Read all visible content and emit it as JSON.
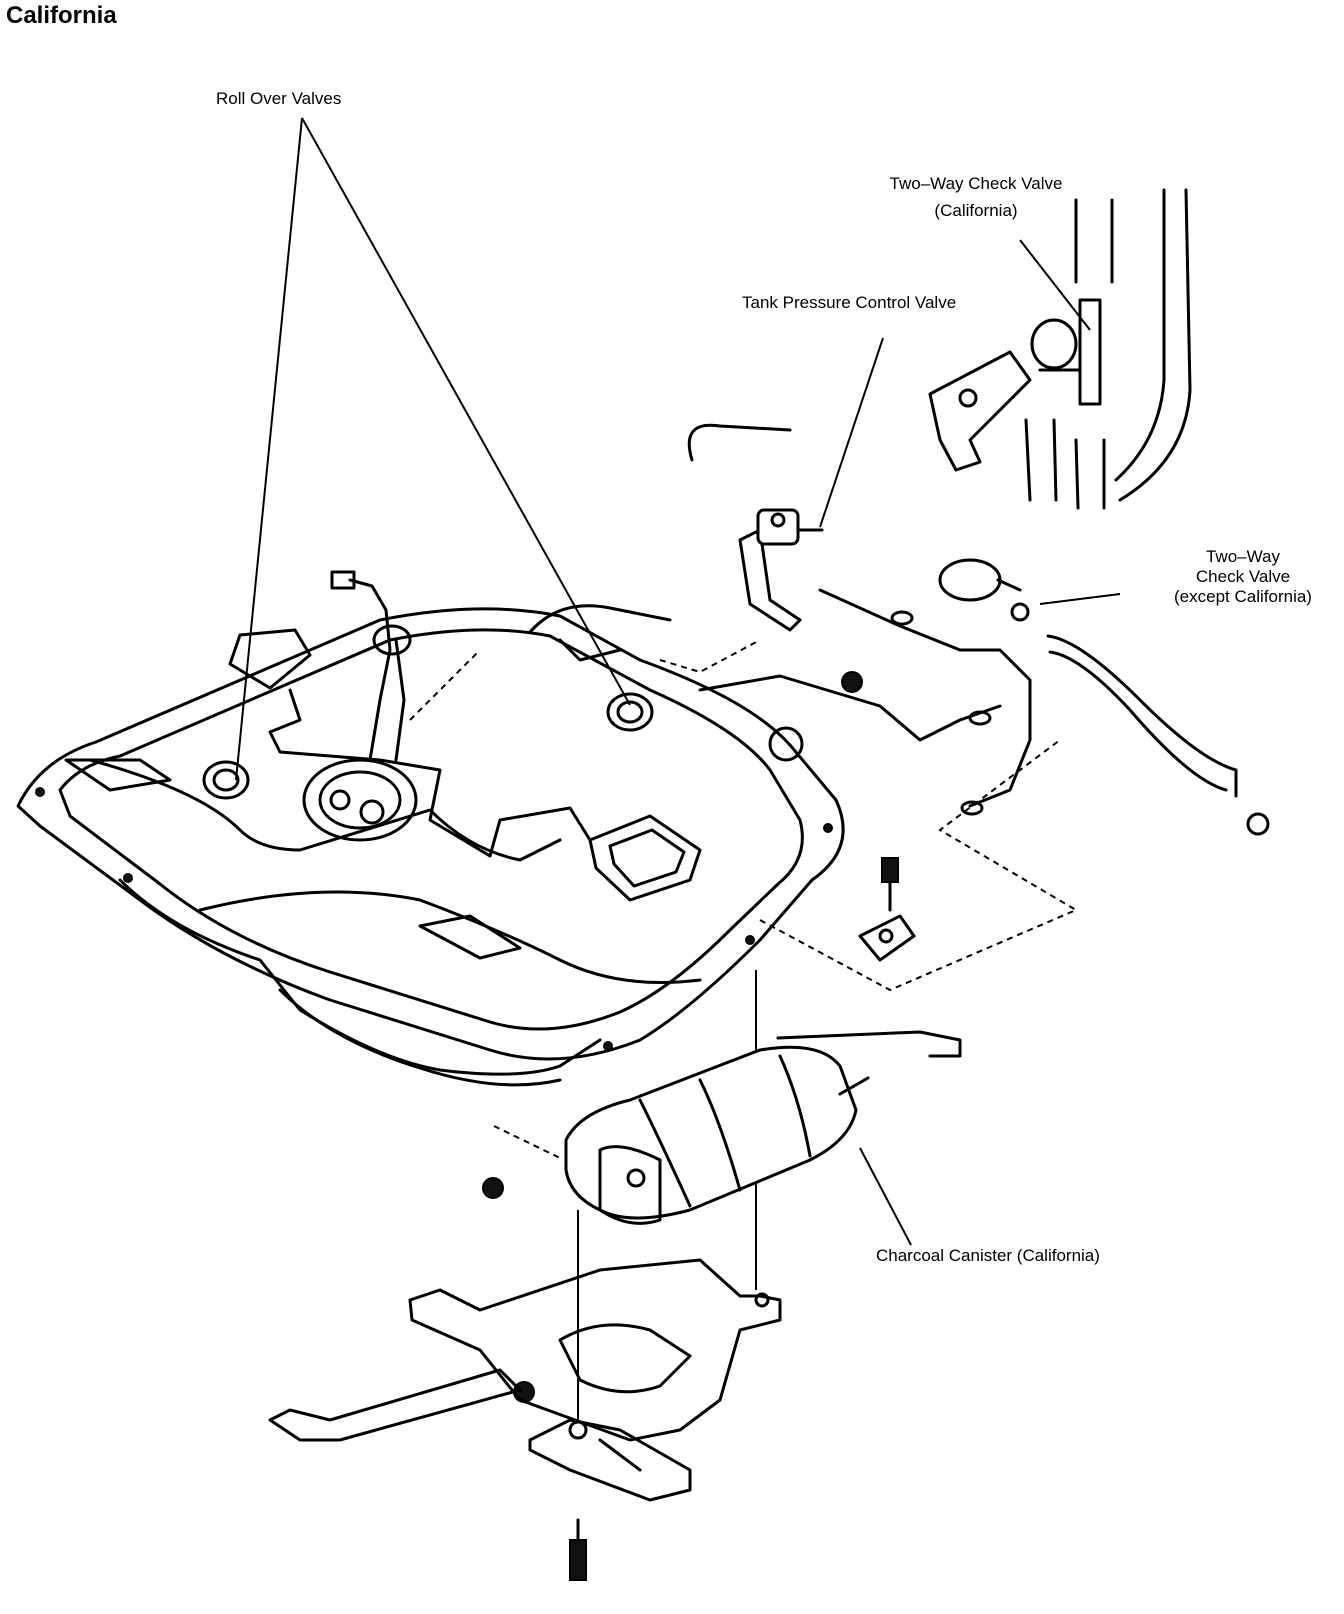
{
  "title": "California",
  "labels": {
    "roll_over_valves": "Roll Over Valves",
    "two_way_check_valve_ca_line1": "Two–Way Check Valve",
    "two_way_check_valve_ca_line2": "(California)",
    "tank_pressure_control_valve": "Tank Pressure Control Valve",
    "two_way_check_valve_ex_line1": "Two–Way",
    "two_way_check_valve_ex_line2": "Check Valve",
    "two_way_check_valve_ex_line3": "(except California)",
    "charcoal_canister": "Charcoal Canister (California)"
  }
}
